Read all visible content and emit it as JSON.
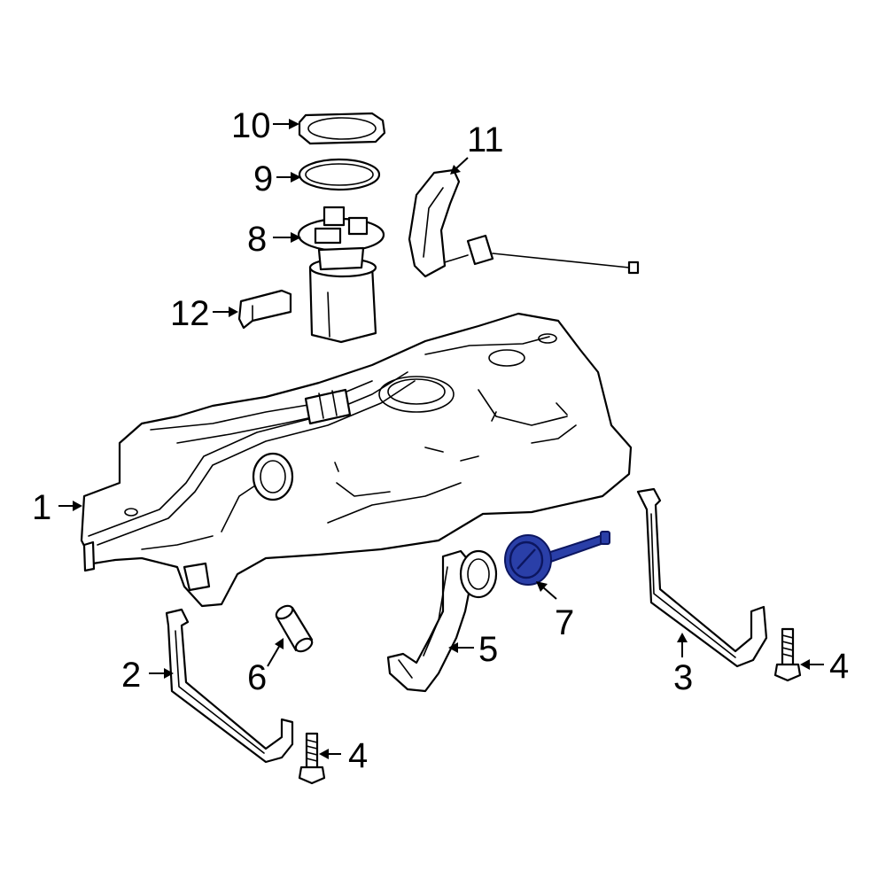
{
  "diagram": {
    "highlight_color": "#2a3fa8",
    "callouts": [
      {
        "id": "c1",
        "label": "1"
      },
      {
        "id": "c2",
        "label": "2"
      },
      {
        "id": "c3",
        "label": "3"
      },
      {
        "id": "c4a",
        "label": "4"
      },
      {
        "id": "c4b",
        "label": "4"
      },
      {
        "id": "c5",
        "label": "5"
      },
      {
        "id": "c6",
        "label": "6"
      },
      {
        "id": "c7",
        "label": "7"
      },
      {
        "id": "c8",
        "label": "8"
      },
      {
        "id": "c9",
        "label": "9"
      },
      {
        "id": "c10",
        "label": "10"
      },
      {
        "id": "c11",
        "label": "11"
      },
      {
        "id": "c12",
        "label": "12"
      }
    ]
  }
}
